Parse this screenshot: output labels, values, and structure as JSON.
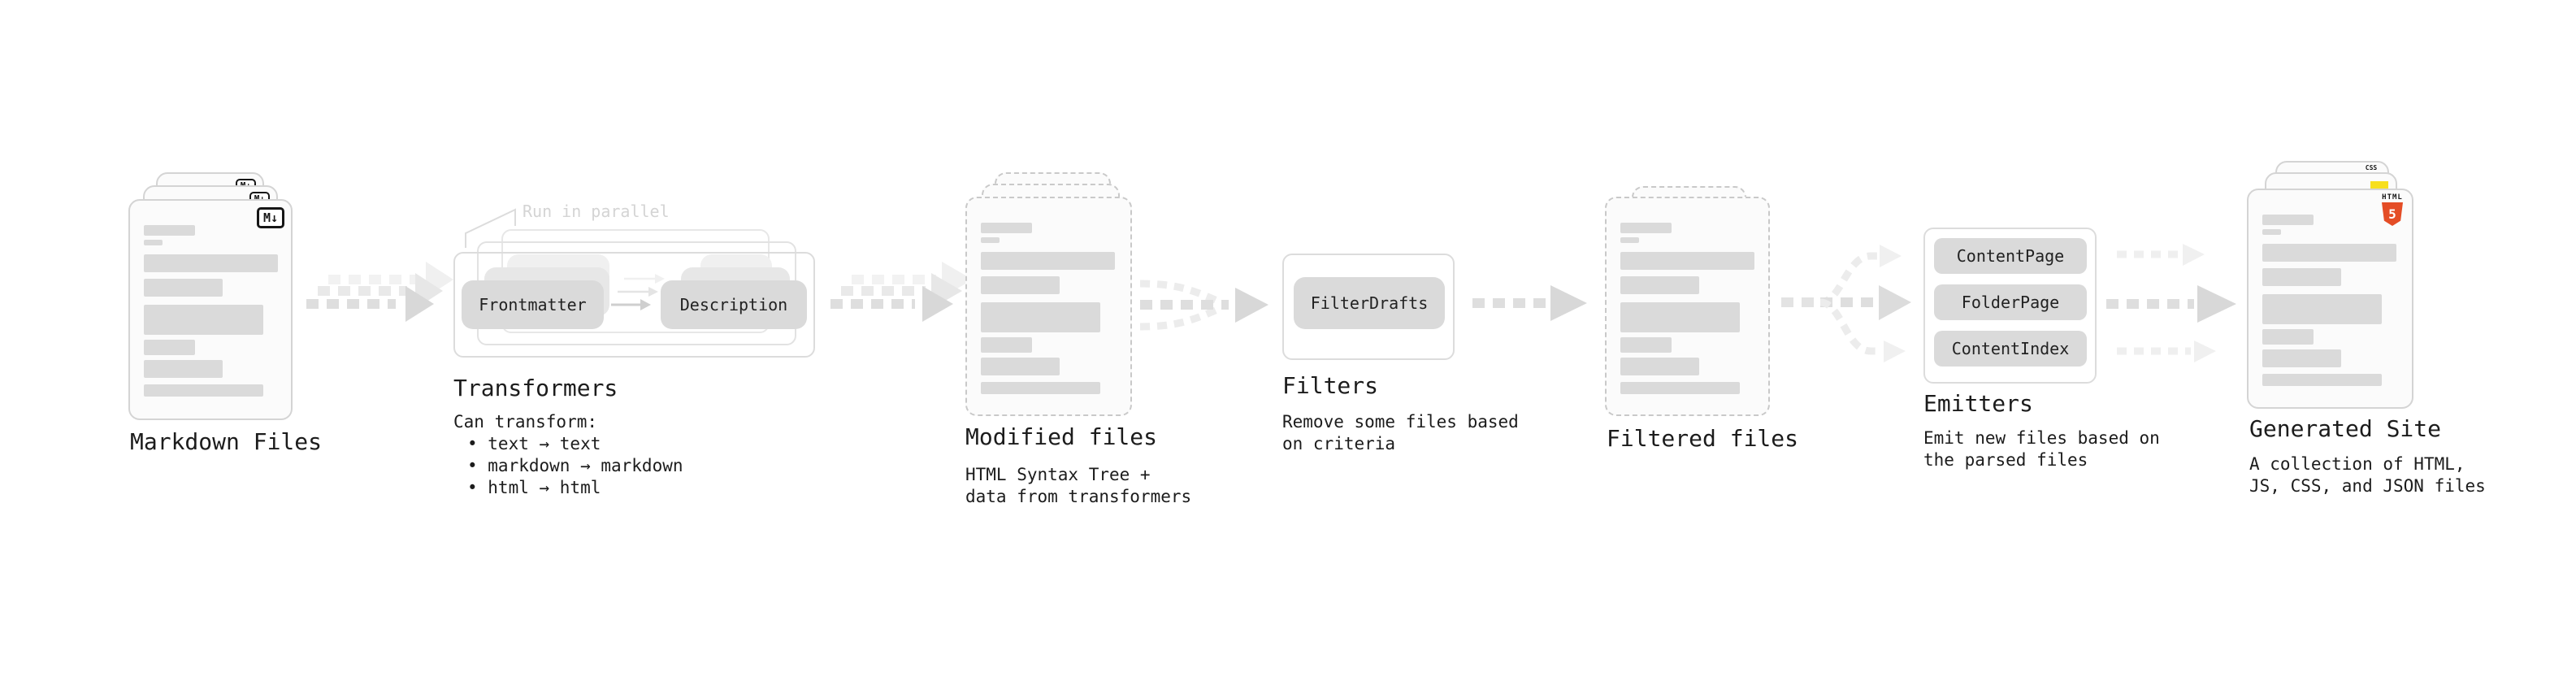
{
  "colors": {
    "html5_orange": "#E44D26",
    "js_yellow": "#F7DF1E",
    "css_blue": "#3B7BF6",
    "pill_gray": "#DADADA",
    "arrow_gray": "#DEDEDE"
  },
  "stages": {
    "markdown": {
      "label": "Markdown Files",
      "icon": "M↓"
    },
    "transformers": {
      "label": "Transformers",
      "note": "Run in parallel",
      "pill_a": "Frontmatter",
      "pill_b": "Description",
      "desc_title": "Can transform:",
      "bullets": [
        "• text → text",
        "• markdown → markdown",
        "• html → html"
      ]
    },
    "modified": {
      "label": "Modified files",
      "desc": [
        "HTML Syntax Tree +",
        "data from transformers"
      ]
    },
    "filters": {
      "label": "Filters",
      "pill": "FilterDrafts",
      "desc": [
        "Remove some files based",
        "on criteria"
      ]
    },
    "filtered": {
      "label": "Filtered files"
    },
    "emitters": {
      "label": "Emitters",
      "pills": [
        "ContentPage",
        "FolderPage",
        "ContentIndex"
      ],
      "desc": [
        "Emit new files based on",
        "the parsed files"
      ]
    },
    "generated": {
      "label": "Generated Site",
      "desc": [
        "A collection of HTML,",
        "JS, CSS, and JSON files"
      ],
      "html5_text": "HTML",
      "html5_number": "5",
      "css_text": "CSS"
    }
  }
}
